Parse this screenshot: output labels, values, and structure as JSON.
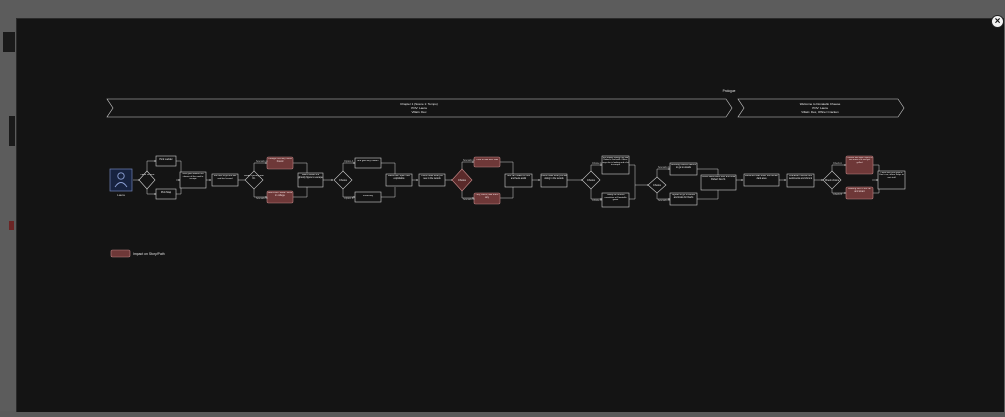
{
  "modal": {
    "close_glyph": "×"
  },
  "diagram": {
    "prologue_label": "Prologue",
    "chapters": [
      {
        "lines": [
          "Chapter 1 (Scene 1: Tempo)",
          "POV: Laura",
          "Villain: Dex"
        ]
      },
      {
        "lines": [
          "Welcome to Donatello Cheese",
          "POV: Laura",
          "Villain: Dex, Officer Cracken"
        ]
      }
    ],
    "start_label": "Laura",
    "legend_label": "Impact on Story/Path",
    "nodes": {
      "n1": "Pick Ladder",
      "n2": "Pick Map",
      "d1": "Travel Choice",
      "n3": "Gets gear different for chance of the road to escape",
      "n4": "She tries to get the box and feel scared",
      "d2": "Break Quickly with Dr.",
      "h1": "College Infirmary mess Found",
      "h2": "Laura can't leave! Stuck in college",
      "n5": "Laura follows the ghostly figure to escape",
      "d3": "Choice",
      "n6": "She gets key inside?",
      "n7": "Finds key",
      "n8": "Laura can't open then exploitable",
      "n9": "Officer asks what you see in the woods",
      "d4": "Choice",
      "h3": "Tries to talk with Dad",
      "h4": "Hey, Kevin, ask them any",
      "n10": "She can't leave in time and feels awful",
      "n11": "Officer asks what you are doing in the woods",
      "d5": "Choice",
      "n12": "She admits seeing Dex and Robert's Dad walk. Officer says she is looking and a lot to escape",
      "n13": "Taking an unusual conviction at Donatello game",
      "d6": "Choice",
      "n14": "Advising officers nations to go to woods",
      "n15": "Officer asks Dad's stuff and what Robert Dex fit.",
      "n16": "Agrees to go to woods and looks for Dad's",
      "n17": "Laura and Max enter the kitchen dark area",
      "n18": "Character inherits their sentiments and shrunk",
      "d7": "Check choice",
      "h5": "Cheese into Max's back to see more of it and get grilled",
      "h6": "Leaving Dex in the car and smart",
      "n19": "Laura and Dex grab at Dex's car, officer helps to sort stuff"
    },
    "edges": {
      "e1": "Scenario A",
      "e2": "Scenario B",
      "e3": "Option A",
      "e4": "Option B",
      "e5": "Scenario A",
      "e6": "Scenario B",
      "e7": "Choice A",
      "e8": "Choice B",
      "e9": "Scenario A",
      "e10": "Scenario B",
      "e11": "Check A",
      "e12": "Check B"
    }
  }
}
